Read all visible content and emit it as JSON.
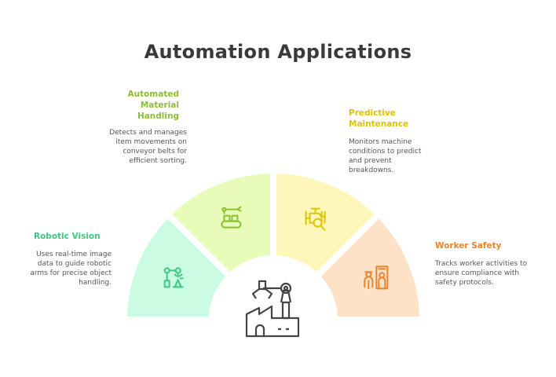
{
  "title": "Automation Applications",
  "segments": [
    {
      "label": "Robotic Vision",
      "desc": "Uses real-time image data to guide robotic arms for precise object handling.",
      "icon": "robot-arm-icon",
      "fill": "#c9fce3",
      "color": "#3bc97f"
    },
    {
      "label": "Automated Material Handling",
      "desc": "Detects and manages item movements on conveyor belts for efficient sorting.",
      "icon": "conveyor-icon",
      "fill": "#e8fcb9",
      "color": "#8cbf2f"
    },
    {
      "label": "Predictive Maintenance",
      "desc": "Monitors machine conditions to predict and prevent breakdowns.",
      "icon": "pipe-inspect-icon",
      "fill": "#fef7b9",
      "color": "#dcc400"
    },
    {
      "label": "Worker Safety",
      "desc": "Tracks worker activities to ensure compliance with safety protocols.",
      "icon": "worker-scanner-icon",
      "fill": "#fde2c8",
      "color": "#e8842c"
    }
  ],
  "center_icon": "factory-robot-icon"
}
